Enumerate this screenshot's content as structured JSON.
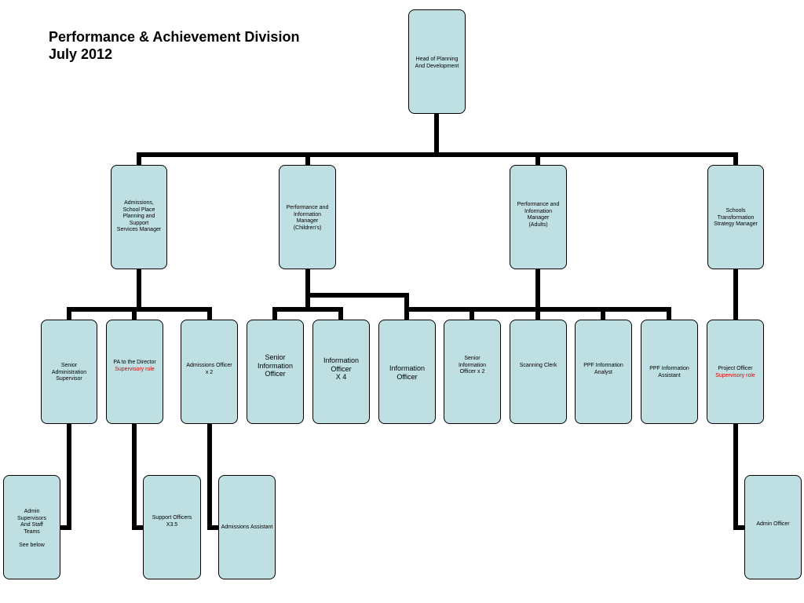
{
  "title": {
    "line1": "Performance & Achievement Division",
    "line2": "July 2012"
  },
  "nodes": {
    "head": {
      "label": "Head of Planning\nAnd Development"
    },
    "admissions_mgr": {
      "label": "Admissions,\nSchool Place\nPlanning and\nSupport\nServices  Manager"
    },
    "pim_children": {
      "label": "Performance and\nInformation\nManager\n(Children's)"
    },
    "pim_adults": {
      "label": "Performance and\nInformation\nManager\n(Adults)"
    },
    "stsm": {
      "label": "Schools\nTransformation\nStrategy Manager"
    },
    "senior_admin_supervisor": {
      "label": "Senior\nAdministration\nSupervisor"
    },
    "pa_director": {
      "label": "PA to the Director",
      "note": "Supervisory role"
    },
    "admissions_officer": {
      "label": "Admissions Officer\nx 2"
    },
    "senior_info_officer": {
      "label": "Senior\nInformation\nOfficer"
    },
    "info_officer_x4": {
      "label": "Information\nOfficer\nX 4"
    },
    "info_officer": {
      "label": "Information\nOfficer"
    },
    "senior_info_officer_x2": {
      "label": "Senior\nInformation\nOfficer x 2"
    },
    "scanning_clerk": {
      "label": "Scanning Clerk"
    },
    "ppf_analyst": {
      "label": "PPF Information\nAnalyst"
    },
    "ppf_assistant": {
      "label": "PPF Information\nAssistant"
    },
    "project_officer": {
      "label": "Project Officer",
      "note": "Supervisory role"
    },
    "admin_supervisors": {
      "label": "Admin\nSupervisors\nAnd Staff\nTeams\n\nSee below"
    },
    "support_officers": {
      "label": "Support Officers\nX3.5"
    },
    "admissions_assistant": {
      "label": "Admissions Assistant"
    },
    "admin_officer": {
      "label": "Admin Officer"
    }
  },
  "colors": {
    "box_fill": "#bfe0e3",
    "connector": "#000000",
    "note_text": "#e00000"
  }
}
